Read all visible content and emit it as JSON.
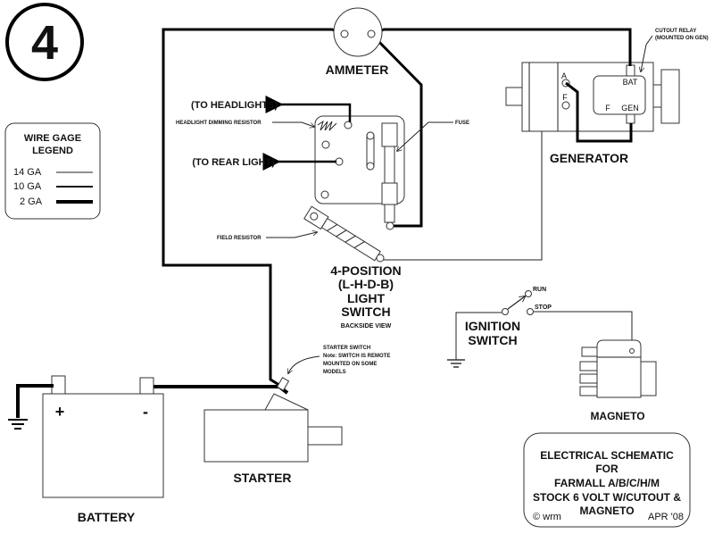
{
  "badge": {
    "number": "4"
  },
  "legend": {
    "title_line1": "WIRE GAGE",
    "title_line2": "LEGEND",
    "items": [
      {
        "label": "14 GA"
      },
      {
        "label": "10 GA"
      },
      {
        "label": "2 GA"
      }
    ]
  },
  "ammeter": {
    "label": "AMMETER"
  },
  "light_switch": {
    "to_headlights": "(TO HEADLIGHTS)",
    "to_rear_light": "(TO REAR LIGHT)",
    "dimming_resistor": "HEADLIGHT DIMMING RESISTOR",
    "fuse": "FUSE",
    "field_resistor": "FIELD RESISTOR",
    "label_line1": "4-POSITION",
    "label_line2": "(L-H-D-B)",
    "label_line3": "LIGHT",
    "label_line4": "SWITCH",
    "label_line5": "BACKSIDE VIEW"
  },
  "generator": {
    "label": "GENERATOR",
    "terminal_a": "A",
    "terminal_f": "F",
    "relay_bat": "BAT",
    "relay_gen": "GEN",
    "relay_f": "F",
    "cutout_line1": "CUTOUT RELAY",
    "cutout_line2": "(MOUNTED ON GEN)"
  },
  "ignition": {
    "run": "RUN",
    "stop": "STOP",
    "label_line1": "IGNITION",
    "label_line2": "SWITCH"
  },
  "magneto": {
    "label": "MAGNETO"
  },
  "starter_switch": {
    "line1": "STARTER  SWITCH",
    "line2": "Note:  SWITCH IS  REMOTE",
    "line3": "MOUNTED ON SOME",
    "line4": "MODELS"
  },
  "battery": {
    "label": "BATTERY",
    "plus": "+",
    "minus": "-"
  },
  "starter": {
    "label": "STARTER"
  },
  "title_box": {
    "line1": "ELECTRICAL SCHEMATIC",
    "line2": "FOR",
    "line3": "FARMALL A/B/C/H/M",
    "line4": "STOCK 6 VOLT W/CUTOUT &",
    "line5": "MAGNETO",
    "author": "© wrm",
    "date": "APR '08"
  }
}
